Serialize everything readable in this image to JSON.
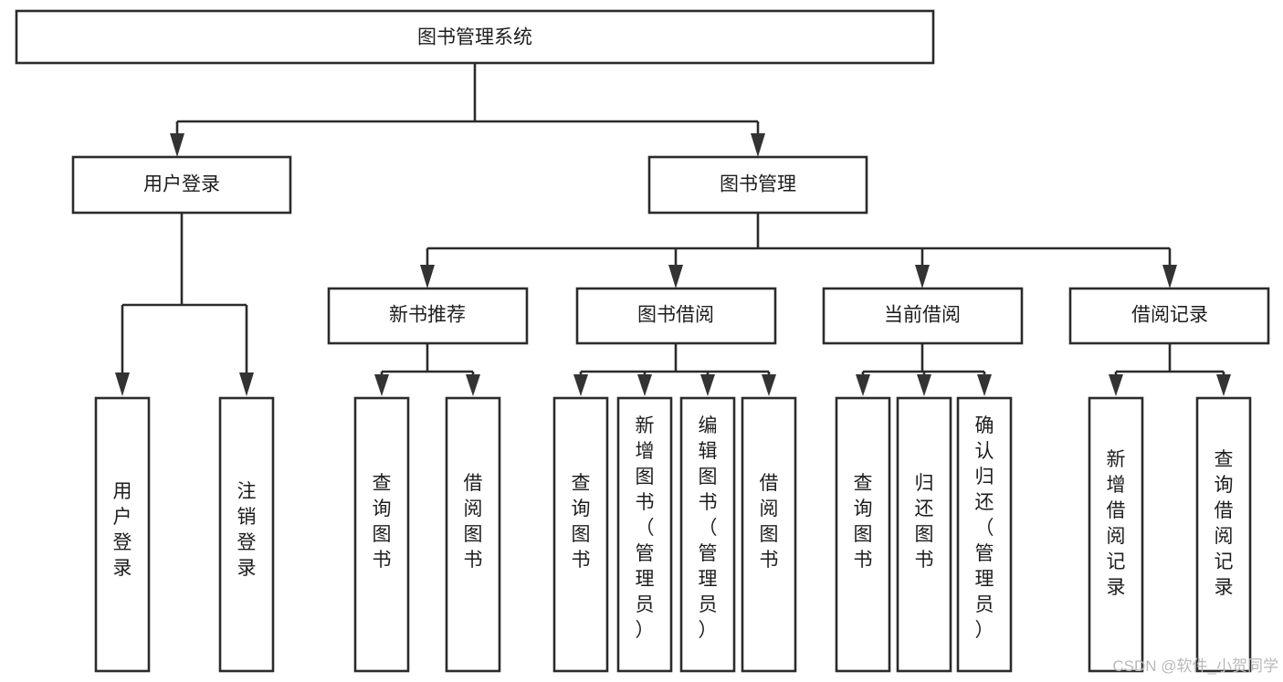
{
  "diagram": {
    "title": "图书管理系统",
    "type": "tree-hierarchy",
    "root": {
      "id": "root",
      "label": "图书管理系统",
      "orientation": "horizontal"
    },
    "level2": [
      {
        "id": "user-login",
        "label": "用户登录",
        "orientation": "horizontal"
      },
      {
        "id": "book-management",
        "label": "图书管理",
        "orientation": "horizontal"
      }
    ],
    "level3": [
      {
        "id": "new-book-recommend",
        "label": "新书推荐",
        "orientation": "horizontal",
        "parent": "book-management"
      },
      {
        "id": "book-borrow",
        "label": "图书借阅",
        "orientation": "horizontal",
        "parent": "book-management"
      },
      {
        "id": "current-borrow",
        "label": "当前借阅",
        "orientation": "horizontal",
        "parent": "book-management"
      },
      {
        "id": "borrow-record",
        "label": "借阅记录",
        "orientation": "horizontal",
        "parent": "book-management"
      }
    ],
    "leaves": {
      "user-login": [
        {
          "id": "leaf-user-login",
          "label": "用户登录",
          "orientation": "vertical"
        },
        {
          "id": "leaf-logout-login",
          "label": "注销登录",
          "orientation": "vertical"
        }
      ],
      "new-book-recommend": [
        {
          "id": "leaf-query-book-1",
          "label": "查询图书",
          "orientation": "vertical"
        },
        {
          "id": "leaf-borrow-book-1",
          "label": "借阅图书",
          "orientation": "vertical"
        }
      ],
      "book-borrow": [
        {
          "id": "leaf-query-book-2",
          "label": "查询图书",
          "orientation": "vertical"
        },
        {
          "id": "leaf-add-book",
          "label": "新增图书（管理员）",
          "orientation": "vertical"
        },
        {
          "id": "leaf-edit-book",
          "label": "编辑图书（管理员）",
          "orientation": "vertical"
        },
        {
          "id": "leaf-borrow-book-2",
          "label": "借阅图书",
          "orientation": "vertical"
        }
      ],
      "current-borrow": [
        {
          "id": "leaf-query-book-3",
          "label": "查询图书",
          "orientation": "vertical"
        },
        {
          "id": "leaf-return-book",
          "label": "归还图书",
          "orientation": "vertical"
        },
        {
          "id": "leaf-confirm-return",
          "label": "确认归还（管理员）",
          "orientation": "vertical"
        }
      ],
      "borrow-record": [
        {
          "id": "leaf-add-record",
          "label": "新增借阅记录",
          "orientation": "vertical"
        },
        {
          "id": "leaf-query-record",
          "label": "查询借阅记录",
          "orientation": "vertical"
        }
      ]
    },
    "colors": {
      "box_stroke": "#2b2b2b",
      "box_fill": "#ffffff",
      "connector": "#2b2b2b",
      "text": "#1d1d1d",
      "watermark": "#b9b9b9",
      "background": "#ffffff"
    }
  },
  "watermark": {
    "text": "CSDN @软件_小贺同学"
  }
}
